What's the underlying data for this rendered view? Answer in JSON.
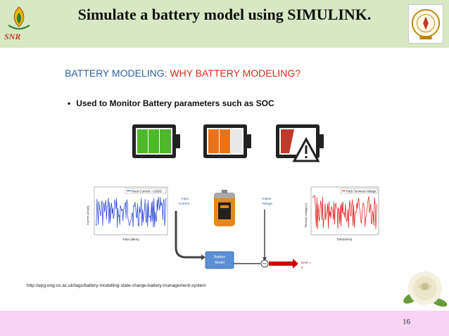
{
  "slide": {
    "title": "Simulate a battery model using SIMULINK.",
    "logo_left_text": "SNR",
    "heading_prefix": "BATTERY MODELING: ",
    "heading_emphasis": "WHY BATTERY MODELING?",
    "bullet": "Used to Monitor Battery parameters such as SOC",
    "source_url": "http://epg.eng.ox.ac.uk/tags/battery-modelling-state-charge-battery-management-system",
    "page_number": "16"
  },
  "diagram": {
    "input_label_1": "Input",
    "input_label_2": "Current",
    "output_label_1": "Output",
    "output_label_2": "Voltage",
    "model_label_1": "Battery",
    "model_label_2": "Model",
    "error_label_1": "Error =",
    "error_label_2": "0",
    "left_plot_legend": "Pack Current - UDDS",
    "left_plot_xlabel": "Time (Mins)",
    "left_plot_ylabel": "Current (Amps)",
    "right_plot_legend": "Pack Terminal Voltage",
    "right_plot_xlabel": "Time(mins)",
    "right_plot_ylabel": "Terminal Voltage(V)"
  },
  "colors": {
    "header_bg": "#d7e8c2",
    "footer_bg": "#f7d4f3",
    "heading_blue": "#2e5fa3",
    "heading_red": "#e0291c",
    "battery_full": "#4cb82a",
    "battery_mid": "#e8731c",
    "battery_low": "#c0392b",
    "current_signal": "#1f3fd6",
    "voltage_signal": "#e01010"
  }
}
